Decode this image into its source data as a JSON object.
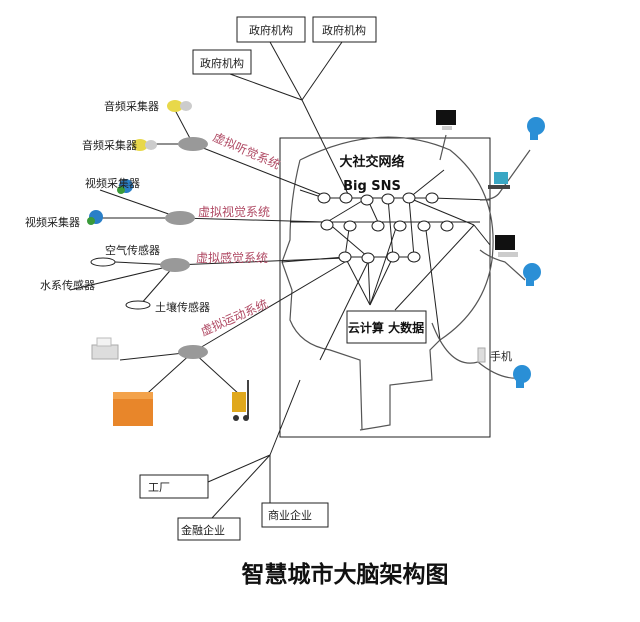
{
  "title": "智慧城市大脑架构图",
  "government": [
    "政府机构",
    "政府机构",
    "政府机构"
  ],
  "audio": [
    "音频采集器",
    "音频采集器"
  ],
  "video": [
    "视频采集器",
    "视频采集器"
  ],
  "sensors": [
    "空气传感器",
    "水系传感器",
    "土壤传感器"
  ],
  "systems": {
    "hearing": "虚拟听觉系统",
    "vision": "虚拟视觉系统",
    "sensing": "虚拟感觉系统",
    "motion": "虚拟运动系统"
  },
  "center": {
    "sns_cn": "大社交网络",
    "sns_en": "Big SNS",
    "cloud": "云计算 大数据"
  },
  "enterprises": [
    "工厂",
    "金融企业",
    "商业企业"
  ],
  "phone": "手机",
  "colors": {
    "system_label": "#b04a64",
    "hub": "#999999",
    "head": "#2a8fd6"
  }
}
